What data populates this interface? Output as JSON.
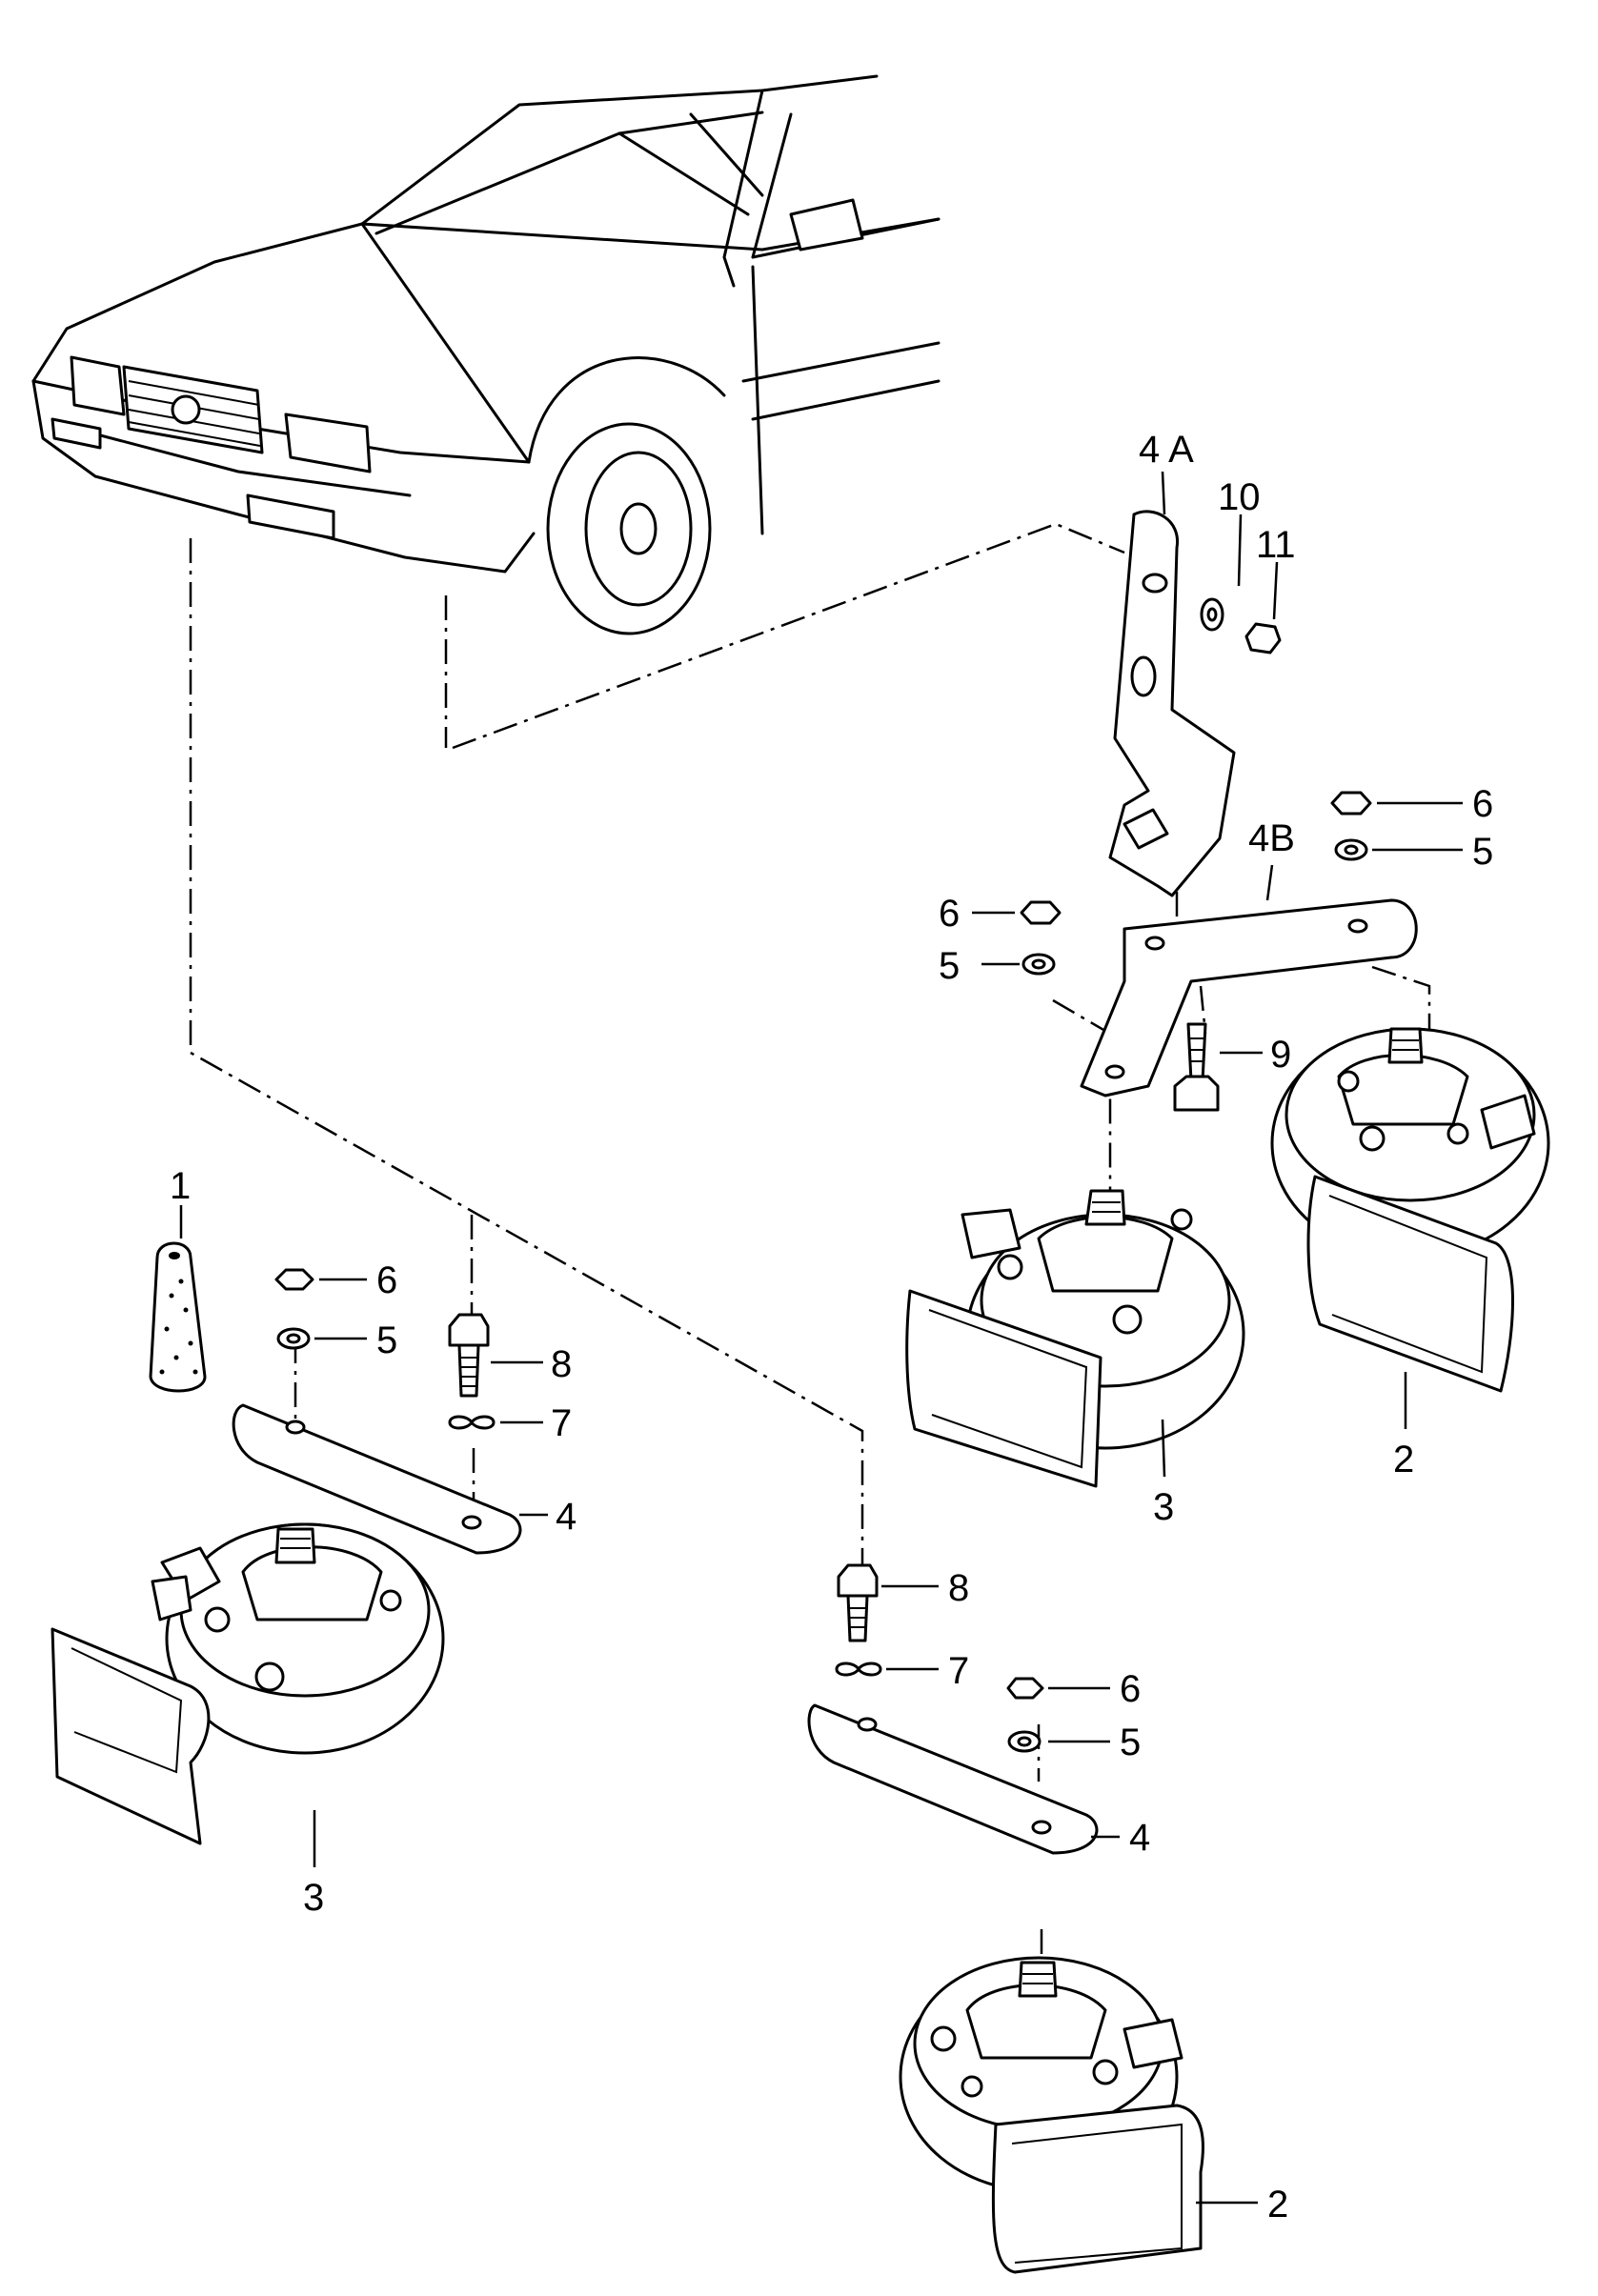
{
  "labels": {
    "l1": "1",
    "l2a": "2",
    "l2b": "2",
    "l3a": "3",
    "l3b": "3",
    "l4a": "4",
    "l4b": "4",
    "l4A": "4 A",
    "l4B": "4B",
    "l5a": "5",
    "l5b": "5",
    "l5c": "5",
    "l5d": "5",
    "l6a": "6",
    "l6b": "6",
    "l6c": "6",
    "l6d": "6",
    "l7a": "7",
    "l7b": "7",
    "l8a": "8",
    "l8b": "8",
    "l9": "9",
    "l10": "10",
    "l11": "11"
  }
}
